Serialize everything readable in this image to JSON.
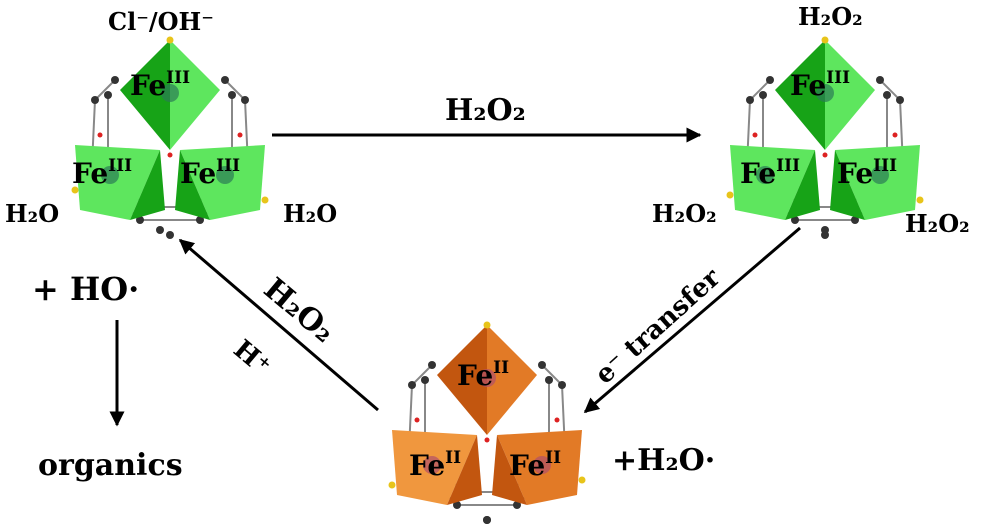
{
  "labels": {
    "top_left": "Cl⁻/OH⁻",
    "left_h2o_1": "H₂O",
    "left_h2o_2": "H₂O",
    "top_right": "H₂O₂",
    "right_h2o2_1": "H₂O₂",
    "right_h2o2_2": "H₂O₂",
    "arrow_top": "H₂O₂",
    "arrow_right": "e⁻ transfer",
    "arrow_left_1": "H₂O₂",
    "arrow_left_2": "H⁺",
    "plus_ho": "+ HO·",
    "organics": "organics",
    "plus_h2o": "+H₂O·"
  },
  "clusters": {
    "tl": {
      "top": "Fe",
      "left": "Fe",
      "right": "Fe",
      "ox": "III"
    },
    "tr": {
      "top": "Fe",
      "left": "Fe",
      "right": "Fe",
      "ox": "III"
    },
    "bottom": {
      "top": "Fe",
      "left": "Fe",
      "right": "Fe",
      "ox": "II"
    }
  },
  "colors": {
    "green_light": "#5ee65e",
    "green_dark": "#17a317",
    "orange_light": "#f0973e",
    "orange_dark": "#c2560f"
  }
}
